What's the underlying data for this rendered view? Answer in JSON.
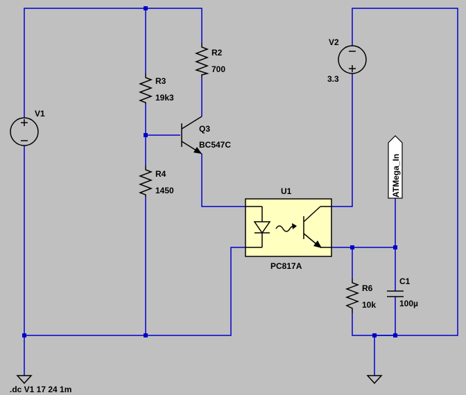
{
  "components": {
    "v1": {
      "name": "V1"
    },
    "v2": {
      "name": "V2",
      "value": "3.3"
    },
    "r2": {
      "name": "R2",
      "value": "700"
    },
    "r3": {
      "name": "R3",
      "value": "19k3"
    },
    "r4": {
      "name": "R4",
      "value": "1450"
    },
    "r6": {
      "name": "R6",
      "value": "10k"
    },
    "c1": {
      "name": "C1",
      "value": "100µ"
    },
    "q3": {
      "name": "Q3",
      "value": "BC547C"
    },
    "u1": {
      "name": "U1",
      "value": "PC817A"
    }
  },
  "net_label": "ATMega_In",
  "directive": ".dc V1 17 24 1m",
  "colors": {
    "wire": "#0000cc",
    "background": "#c0c0c0",
    "optocoupler_fill": "#ffffc0",
    "component": "#000000"
  }
}
